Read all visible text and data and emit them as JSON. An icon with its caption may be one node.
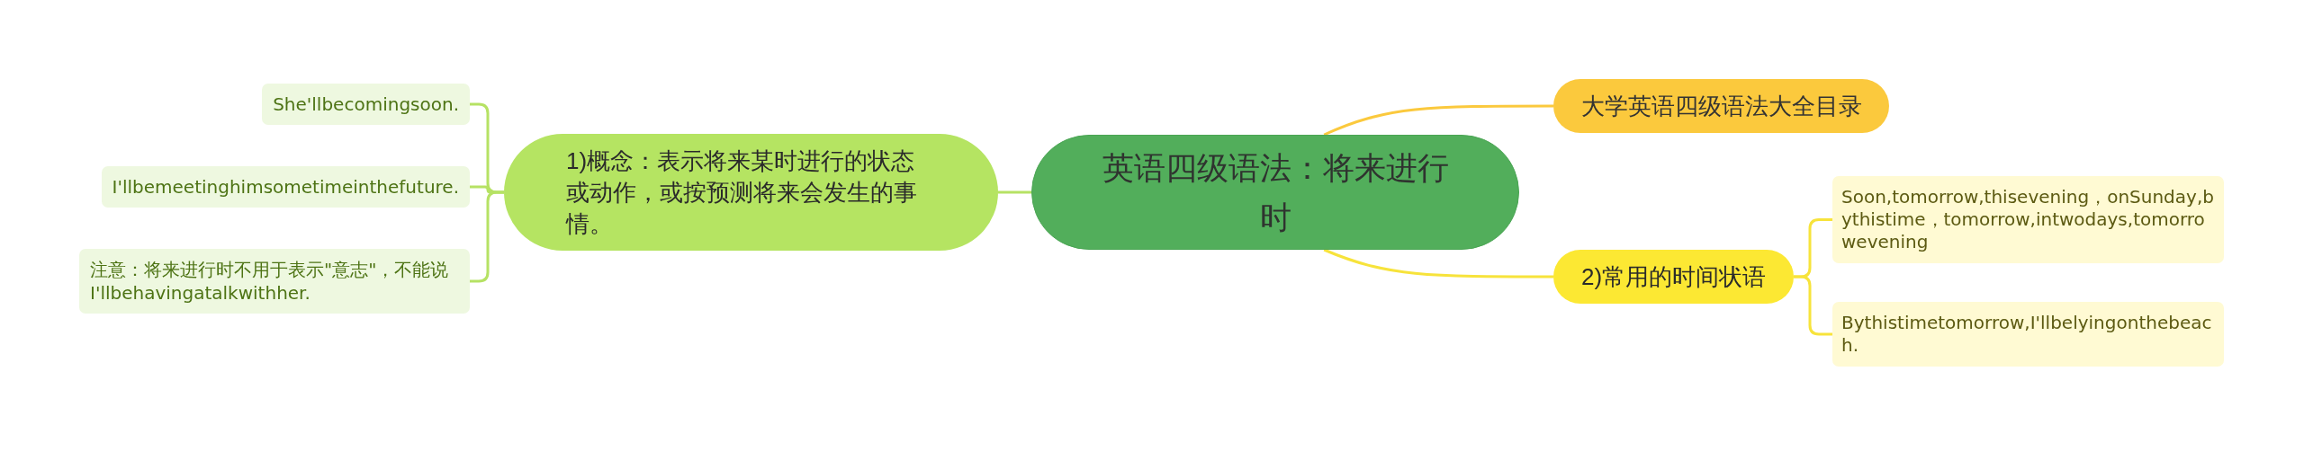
{
  "diagram": {
    "nodes": [
      {
        "text": [
          "英语四级语法：将来进行时"
        ]
      },
      {
        "text": [
          "1)概念：表示将来某时进行的状态或动作，或按预测将来会发生的事情。"
        ]
      },
      {
        "text": [
          "She'llbecomingsoon."
        ]
      },
      {
        "text": [
          "I'llbemeetinghimsometimeinthefuture."
        ]
      },
      {
        "text": [
          "注意：将来进行时不用于表示\"意志\"，不能说I'llbehavingatalkwithher."
        ]
      },
      {
        "text": [
          "大学英语四级语法大全目录"
        ]
      },
      {
        "text": [
          "2)常用的时间状语"
        ]
      },
      {
        "text": [
          "Soon,tomorrow,thisevening，onSunday,bythistime，tomorrow,intwodays,tomorrowevening"
        ]
      },
      {
        "text": [
          "Bythistimetomorrow,I'llbelyingonthebeach."
        ]
      }
    ],
    "edges": [
      {
        "from": 0,
        "to": 1,
        "arrow": "none"
      },
      {
        "from": 1,
        "to": 2,
        "arrow": "none"
      },
      {
        "from": 1,
        "to": 3,
        "arrow": "none"
      },
      {
        "from": 1,
        "to": 4,
        "arrow": "none"
      },
      {
        "from": 0,
        "to": 5,
        "arrow": "none",
        "color": "#fbc93d"
      },
      {
        "from": 0,
        "to": 6,
        "arrow": "none",
        "color": "#f7e33b"
      },
      {
        "from": 6,
        "to": 7,
        "arrow": "none",
        "color": "#f7e33b"
      },
      {
        "from": 6,
        "to": 8,
        "arrow": "none",
        "color": "#f7e33b"
      }
    ]
  }
}
